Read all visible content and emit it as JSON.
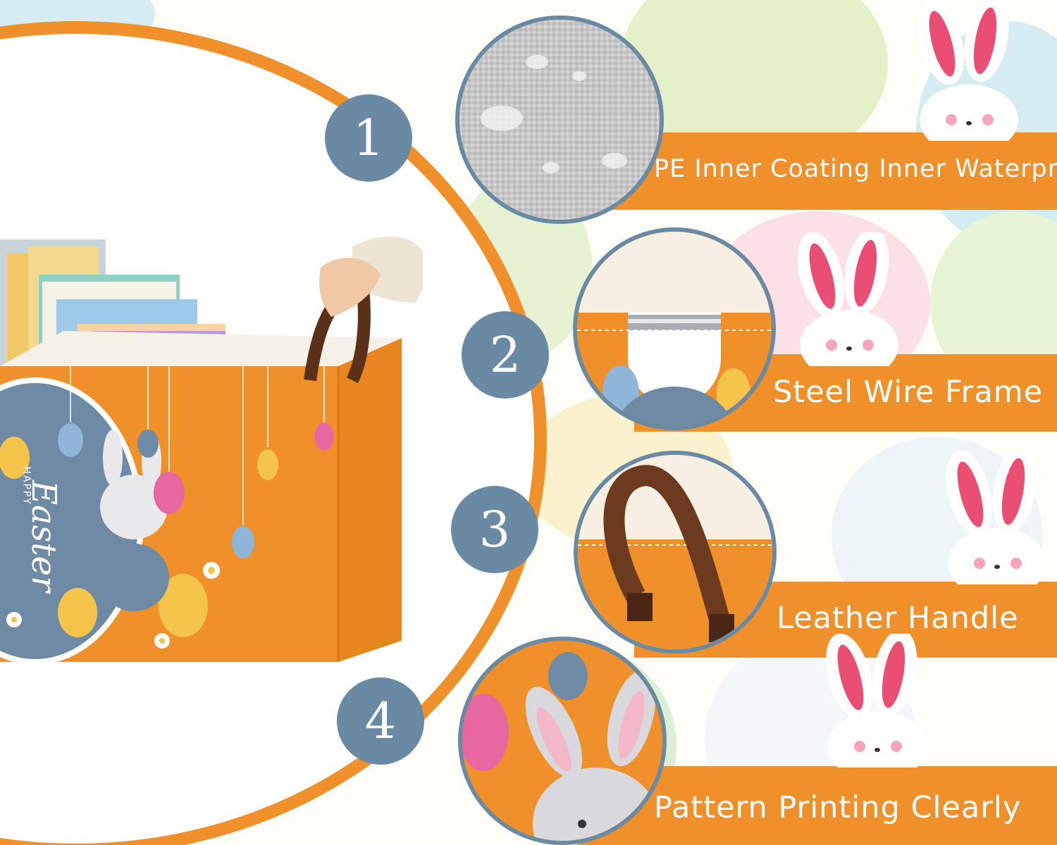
{
  "colors": {
    "accent_orange": "#f0902a",
    "badge_blue": "#6a89a3",
    "bunny_pink": "#ea4e73"
  },
  "features": [
    {
      "number": "1",
      "label": "PE Inner Coating Inner Waterproof",
      "icon": "fabric-texture-icon"
    },
    {
      "number": "2",
      "label": "Steel Wire Frame",
      "icon": "steel-frame-icon"
    },
    {
      "number": "3",
      "label": "Leather Handle",
      "icon": "leather-handle-icon"
    },
    {
      "number": "4",
      "label": "Pattern Printing Clearly",
      "icon": "bunny-print-icon"
    }
  ],
  "product": {
    "happy_text": "HAPPY",
    "easter_text": "Easter"
  }
}
